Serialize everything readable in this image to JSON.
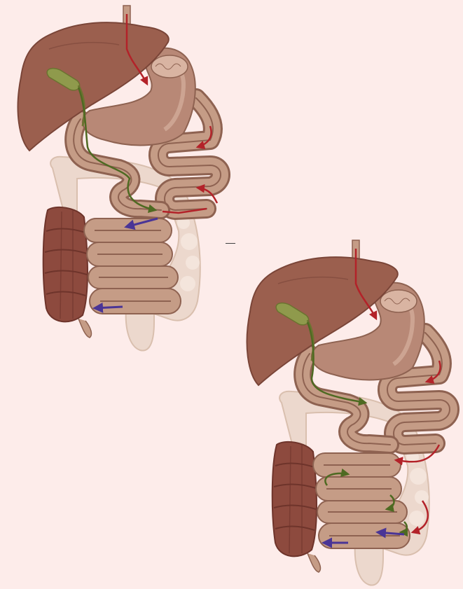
{
  "figure": {
    "center_mark": "—",
    "colors": {
      "background": "#fdecea",
      "liver": "#9b5f4e",
      "liver_dark": "#7a4538",
      "stomach": "#b88876",
      "intestine_outer": "#c59c86",
      "intestine_inner": "#8e6251",
      "colon_light": "#ecd8cd",
      "colon_dark": "#8d4a3e",
      "gallbladder": "#8f9a4c",
      "bile_arrow": "#4e6a22",
      "food_arrow": "#b32229",
      "mixed_arrow": "#4a3596"
    },
    "panels": [
      {
        "id": "upper-left",
        "icon": "digestive-tract-illustration"
      },
      {
        "id": "lower-right",
        "icon": "digestive-tract-illustration"
      }
    ]
  }
}
